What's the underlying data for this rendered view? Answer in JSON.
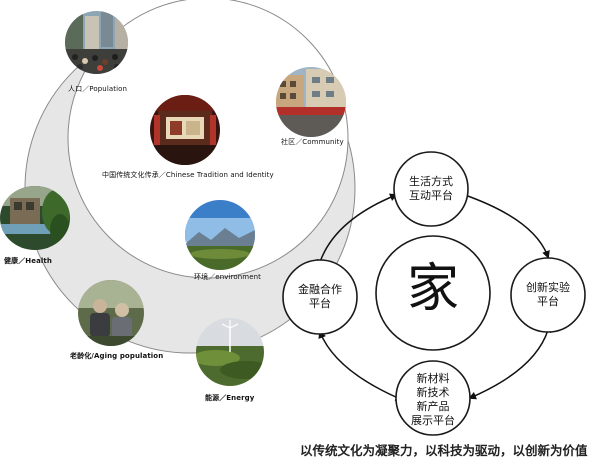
{
  "venn": {
    "labels": {
      "population": "人口／Population",
      "community": "社区／Community",
      "tradition": "中国传统文化传承／Chinese Tradition and Identity",
      "environment": "环境／environment",
      "health": "健康／Health",
      "aging": "老龄化/Aging population",
      "energy": "能源／Energy"
    }
  },
  "cycle": {
    "center": "家",
    "top_line1": "生活方式",
    "top_line2": "互动平台",
    "right_line1": "创新实验",
    "right_line2": "平台",
    "bottom_line1": "新材料",
    "bottom_line2": "新技术",
    "bottom_line3": "新产品",
    "bottom_line4": "展示平台",
    "left_line1": "金融合作",
    "left_line2": "平台"
  },
  "caption": "以传统文化为凝聚力，以科技为驱动，以创新为价值",
  "colors": {
    "outer_circle": "#e6e6e6",
    "inner_circle": "#ffffff",
    "stroke": "#8a8a8a",
    "node_stroke": "#1a1a1a",
    "arrow": "#111111"
  }
}
